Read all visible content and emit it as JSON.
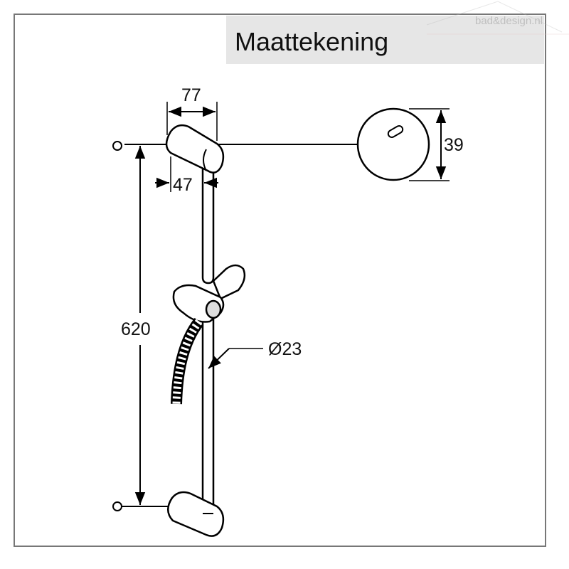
{
  "title": "Maattekening",
  "watermark": "bad&design.nl",
  "dimensions": {
    "bracket_width": "77",
    "bracket_depth": "47",
    "wall_disc_diameter": "39",
    "rail_length": "620",
    "rail_diameter": "Ø23"
  }
}
